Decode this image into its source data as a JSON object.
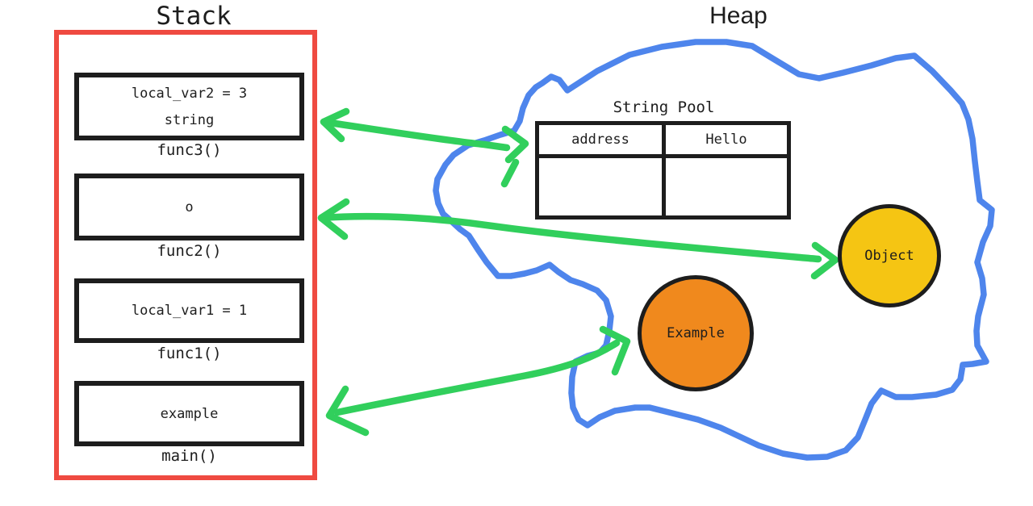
{
  "stack": {
    "title": "Stack",
    "frames": [
      {
        "lines": [
          "local_var2 = 3",
          "string"
        ],
        "caption": "func3()"
      },
      {
        "lines": [
          "o"
        ],
        "caption": "func2()"
      },
      {
        "lines": [
          "local_var1 = 1"
        ],
        "caption": "func1()"
      },
      {
        "lines": [
          "example"
        ],
        "caption": "main()"
      }
    ]
  },
  "heap": {
    "title": "Heap",
    "string_pool": {
      "title": "String Pool",
      "headers": [
        "address",
        "Hello"
      ],
      "rows": [
        [
          "",
          ""
        ]
      ]
    },
    "objects": [
      {
        "label": "Object",
        "color": "#f5c513"
      },
      {
        "label": "Example",
        "color": "#f0891d"
      }
    ]
  },
  "colors": {
    "stack_border": "#ef4a41",
    "heap_outline": "#4e85ec",
    "arrow": "#31cf5c",
    "ink": "#1d1d1d"
  }
}
